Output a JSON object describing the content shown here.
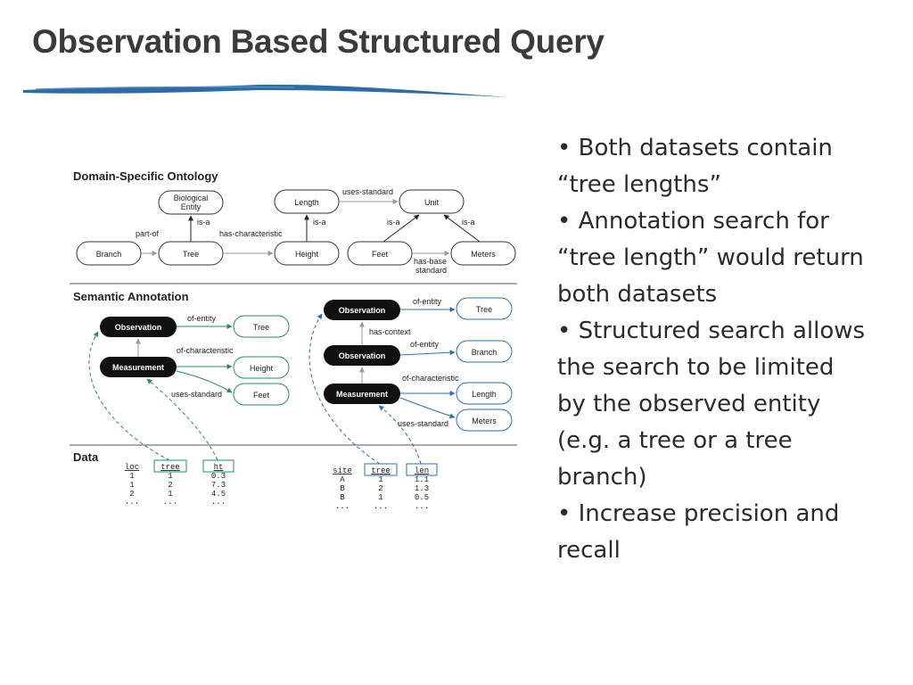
{
  "slide": {
    "title": "Observation Based Structured Query",
    "accent_color": "#2e6da4"
  },
  "bullets": [
    "• Both datasets contain “tree lengths”",
    "• Annotation search for “tree length” would return both datasets",
    "• Structured search allows the search to be limited by the observed entity (e.g. a tree or a tree branch)",
    "•  Increase precision and recall"
  ],
  "diagram": {
    "sections": {
      "ontology": "Domain-Specific Ontology",
      "annotation": "Semantic Annotation",
      "data": "Data"
    },
    "ontology_nodes": {
      "biological_entity_line1": "Biological",
      "biological_entity_line2": "Entity",
      "branch": "Branch",
      "tree": "Tree",
      "length": "Length",
      "height": "Height",
      "unit": "Unit",
      "feet": "Feet",
      "meters": "Meters"
    },
    "ontology_edges": {
      "tree_is_a_bio": "is-a",
      "branch_part_of_tree": "part-of",
      "tree_has_characteristic": "has-characteristic",
      "height_is_a_length": "is-a",
      "length_uses_standard": "uses-standard",
      "feet_is_a_unit": "is-a",
      "meters_is_a_unit": "is-a",
      "has_base_standard_line1": "has-base",
      "has_base_standard_line2": "standard"
    },
    "annotation_left": {
      "observation": "Observation",
      "measurement": "Measurement",
      "tree": "Tree",
      "height": "Height",
      "feet": "Feet",
      "of_entity": "of-entity",
      "of_characteristic": "of-characteristic",
      "uses_standard": "uses-standard"
    },
    "annotation_right": {
      "observation_top": "Observation",
      "observation_mid": "Observation",
      "measurement": "Measurement",
      "tree": "Tree",
      "branch": "Branch",
      "length": "Length",
      "meters": "Meters",
      "of_entity_top": "of-entity",
      "has_context": "has-context",
      "of_entity_mid": "of-entity",
      "of_characteristic": "of-characteristic",
      "uses_standard": "uses-standard"
    },
    "table_left": {
      "headers": [
        "loc",
        "tree",
        "ht"
      ],
      "rows": [
        [
          "1",
          "1",
          "0.3"
        ],
        [
          "1",
          "2",
          "7.3"
        ],
        [
          "2",
          "1",
          "4.5"
        ],
        [
          "...",
          "...",
          "..."
        ]
      ]
    },
    "table_right": {
      "headers": [
        "site",
        "tree",
        "len"
      ],
      "rows": [
        [
          "A",
          "1",
          "1.1"
        ],
        [
          "B",
          "2",
          "1.3"
        ],
        [
          "B",
          "1",
          "0.5"
        ],
        [
          "...",
          "...",
          "..."
        ]
      ]
    }
  }
}
